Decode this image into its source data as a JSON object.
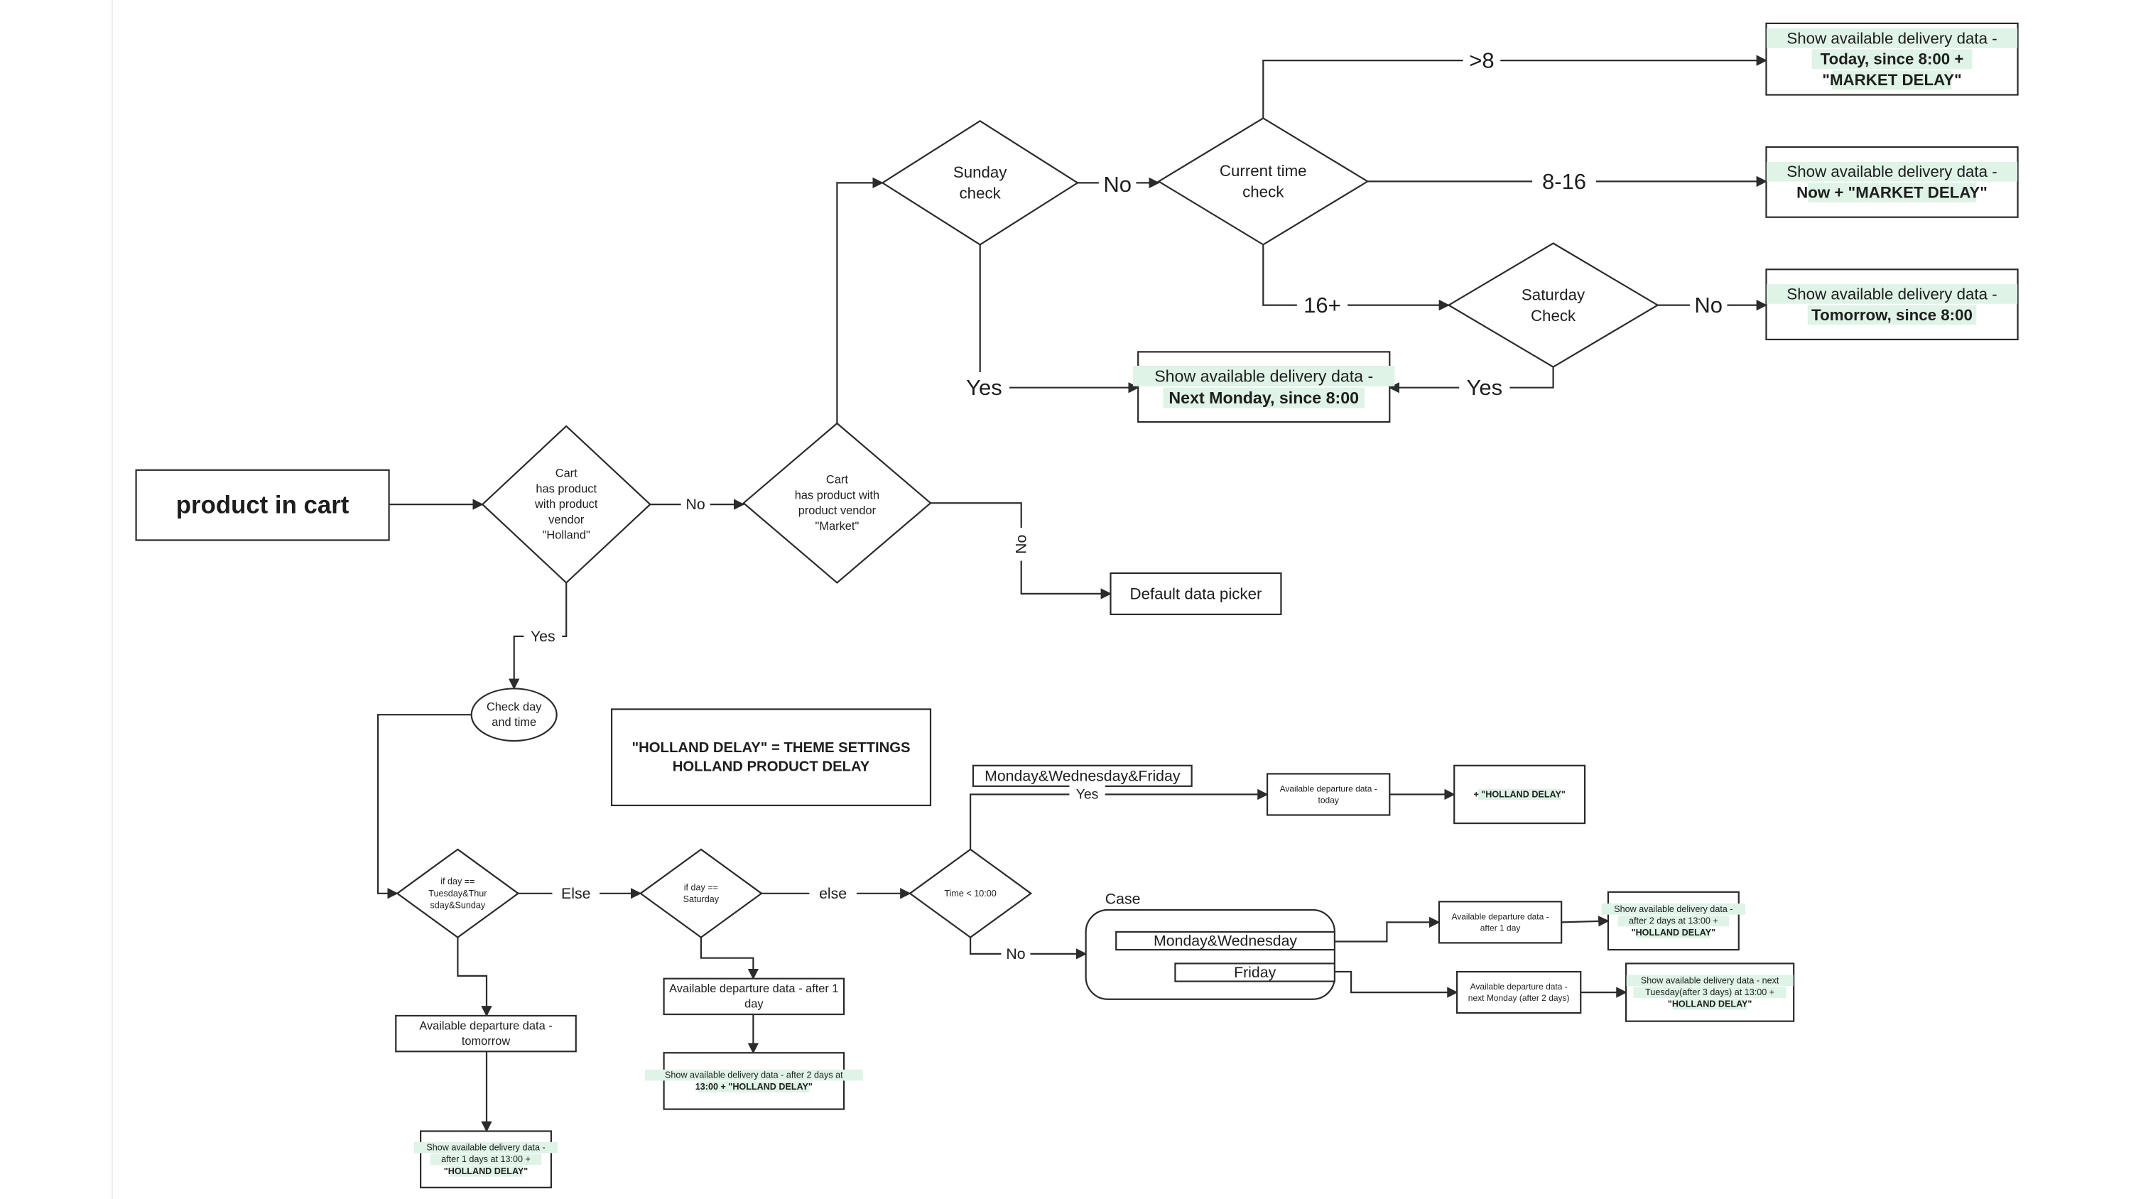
{
  "title": "product in cart",
  "definition": [
    "\"HOLLAND DELAY\" = THEME SETTINGS",
    "HOLLAND PRODUCT DELAY"
  ],
  "nodes": {
    "holland_check": [
      "Cart",
      "has product",
      "with product",
      "vendor",
      "\"Holland\""
    ],
    "market_check": [
      "Cart",
      "has product with",
      "product vendor",
      "\"Market\""
    ],
    "sunday_check": [
      "Sunday",
      "check"
    ],
    "current_time_check": [
      "Current time",
      "check"
    ],
    "saturday_check": [
      "Saturday",
      "Check"
    ],
    "out_today": [
      "Show available delivery data -",
      "Today, since 8:00 +",
      "\"MARKET DELAY\""
    ],
    "out_now": [
      "Show available delivery data -",
      "Now + \"MARKET DELAY\""
    ],
    "out_tomorrow": [
      "Show available delivery data -",
      "Tomorrow, since 8:00"
    ],
    "out_next_monday": [
      "Show available delivery data -",
      "Next Monday, since 8:00"
    ],
    "default_picker": "Default data picker",
    "check_day_time": [
      "Check day",
      "and time"
    ],
    "if_tue_thu_sun": [
      "if day ==",
      "Tuesday&Thur",
      "sday&Sunday"
    ],
    "if_saturday": [
      "if day ==",
      "Saturday"
    ],
    "time_check": "Time < 10:00",
    "dep_tomorrow": [
      "Available departure data -",
      "tomorrow"
    ],
    "del_after_1": [
      "Show available delivery data -",
      "after 1 days at 13:00 +",
      "\"HOLLAND DELAY\""
    ],
    "dep_after_1_sat": [
      "Available departure data - after 1",
      "day"
    ],
    "del_after_2_sat": [
      "Show available delivery data - after 2 days at",
      "13:00 + \"HOLLAND DELAY\""
    ],
    "mwf_label": "Monday&Wednesday&Friday",
    "dep_today": [
      "Available departure data -",
      "today"
    ],
    "holland_delay_out": "+ \"HOLLAND DELAY\"",
    "case_title": "Case",
    "case_mw": "Monday&Wednesday",
    "case_fri": "Friday",
    "dep_after_1_mw": [
      "Available departure data -",
      "after 1 day"
    ],
    "del_after_2_mw": [
      "Show available delivery data -",
      "after 2 days at 13:00 +",
      "\"HOLLAND DELAY\""
    ],
    "dep_next_monday": [
      "Available departure data -",
      "next Monday (after 2 days)"
    ],
    "del_next_tuesday": [
      "Show available delivery data - next",
      "Tuesday(after 3 days) at 13:00 +",
      "\"HOLLAND DELAY\""
    ]
  },
  "edge_labels": {
    "gt8": ">8",
    "r8_16": "8-16",
    "r16plus": "16+",
    "sunday_no": "No",
    "sunday_yes": "Yes",
    "saturday_no": "No",
    "saturday_yes": "Yes",
    "holland_no": "No",
    "holland_yes": "Yes",
    "market_no": "No",
    "else1": "Else",
    "else2": "else",
    "time_yes": "Yes",
    "time_no": "No"
  },
  "colors": {
    "stroke": "#2b2b2b",
    "highlight": "#dff3e7",
    "text": "#1e1e1e"
  }
}
